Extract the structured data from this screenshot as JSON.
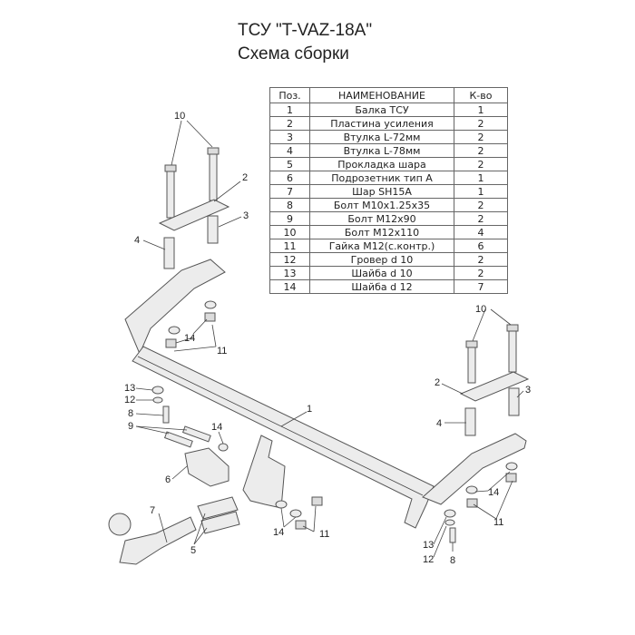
{
  "header": {
    "title": "ТСУ \"T-VAZ-18A\"",
    "subtitle": "Схема сборки"
  },
  "parts_table": {
    "columns": [
      "Поз.",
      "НАИМЕНОВАНИЕ",
      "К-во"
    ],
    "rows": [
      {
        "pos": "1",
        "name": "Балка ТСУ",
        "qty": "1"
      },
      {
        "pos": "2",
        "name": "Пластина усиления",
        "qty": "2"
      },
      {
        "pos": "3",
        "name": "Втулка L-72мм",
        "qty": "2"
      },
      {
        "pos": "4",
        "name": "Втулка L-78мм",
        "qty": "2"
      },
      {
        "pos": "5",
        "name": "Прокладка шара",
        "qty": "2"
      },
      {
        "pos": "6",
        "name": "Подрозетник тип А",
        "qty": "1"
      },
      {
        "pos": "7",
        "name": "Шар SH15A",
        "qty": "1"
      },
      {
        "pos": "8",
        "name": "Болт М10х1.25х35",
        "qty": "2"
      },
      {
        "pos": "9",
        "name": "Болт М12х90",
        "qty": "2"
      },
      {
        "pos": "10",
        "name": "Болт М12х110",
        "qty": "4"
      },
      {
        "pos": "11",
        "name": "Гайка М12(с.контр.)",
        "qty": "6"
      },
      {
        "pos": "12",
        "name": "Гровер d 10",
        "qty": "2"
      },
      {
        "pos": "13",
        "name": "Шайба d 10",
        "qty": "2"
      },
      {
        "pos": "14",
        "name": "Шайба d 12",
        "qty": "7"
      }
    ]
  },
  "callouts": {
    "left_bolts": "10",
    "left_plate": "2",
    "left_sleeve_short": "3",
    "left_sleeve_long": "4",
    "left_washers": "14",
    "left_nuts": "11",
    "beam": "1",
    "right_bolts": "10",
    "right_plate": "2",
    "right_sleeve_short": "3",
    "right_sleeve_long": "4",
    "right_washers": "14",
    "right_nuts": "11",
    "washer_d10_left": "13",
    "grover_left": "12",
    "bolt_m10_left": "8",
    "bolt_m12_90": "9",
    "washer_d12_socket": "14",
    "socket_plate": "6",
    "ball": "7",
    "ball_spacer": "5",
    "center_washers": "14",
    "center_nuts": "11",
    "washer_d10_right": "13",
    "grover_right": "12",
    "bolt_m10_right": "8"
  }
}
